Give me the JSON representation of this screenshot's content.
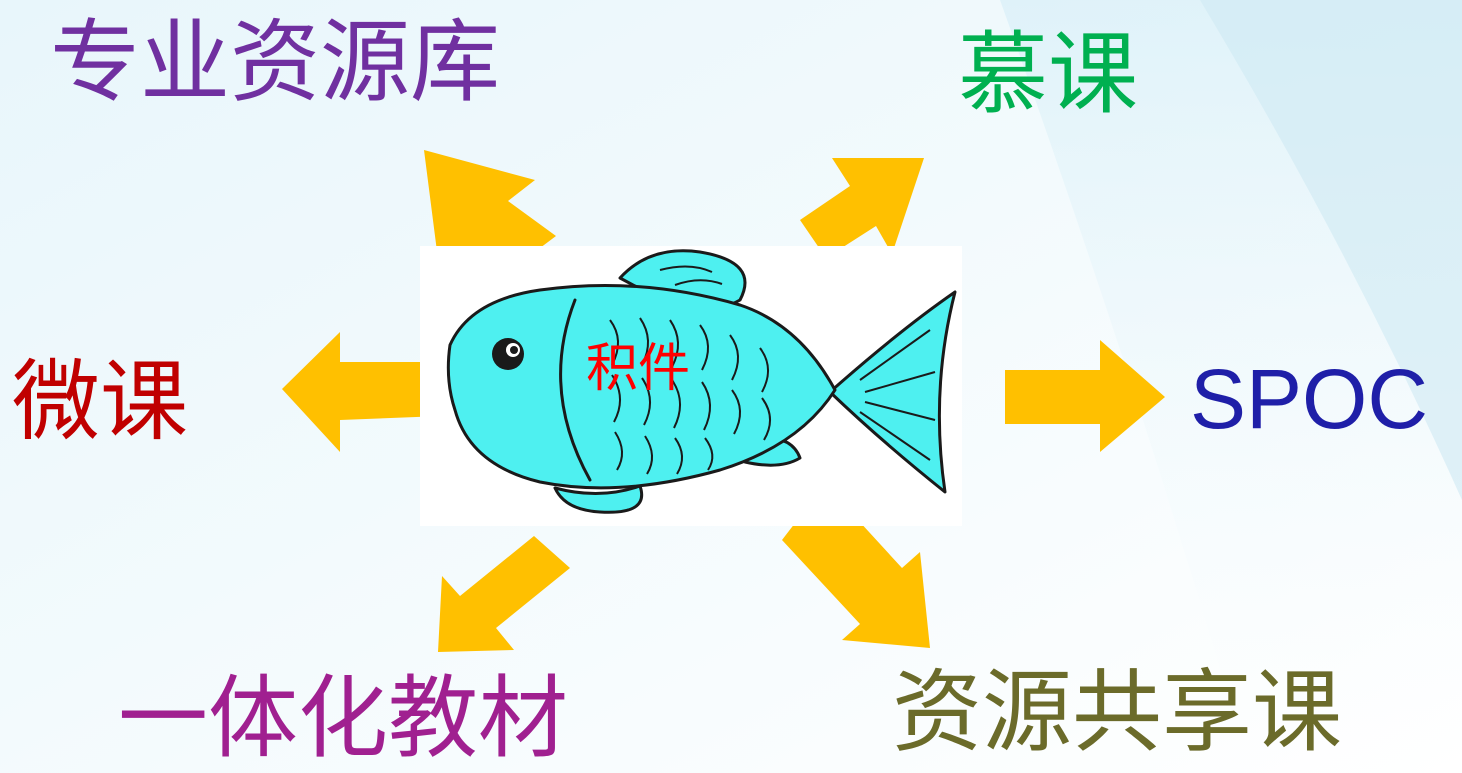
{
  "diagram": {
    "center": {
      "label": "积件",
      "color": "#ff0000"
    },
    "nodes": [
      {
        "id": "top-left",
        "label": "专业资源库",
        "color": "#7030a0"
      },
      {
        "id": "top-right",
        "label": "慕课",
        "color": "#00b050"
      },
      {
        "id": "left",
        "label": "微课",
        "color": "#c00000"
      },
      {
        "id": "right",
        "label": "SPOC",
        "color": "#1f1fa8"
      },
      {
        "id": "bot-left",
        "label": "一体化教材",
        "color": "#a02090"
      },
      {
        "id": "bot-right",
        "label": "资源共享课",
        "color": "#6b6b2a"
      }
    ],
    "arrow_color": "#ffc000",
    "fish_color": "#4ef0f0"
  }
}
